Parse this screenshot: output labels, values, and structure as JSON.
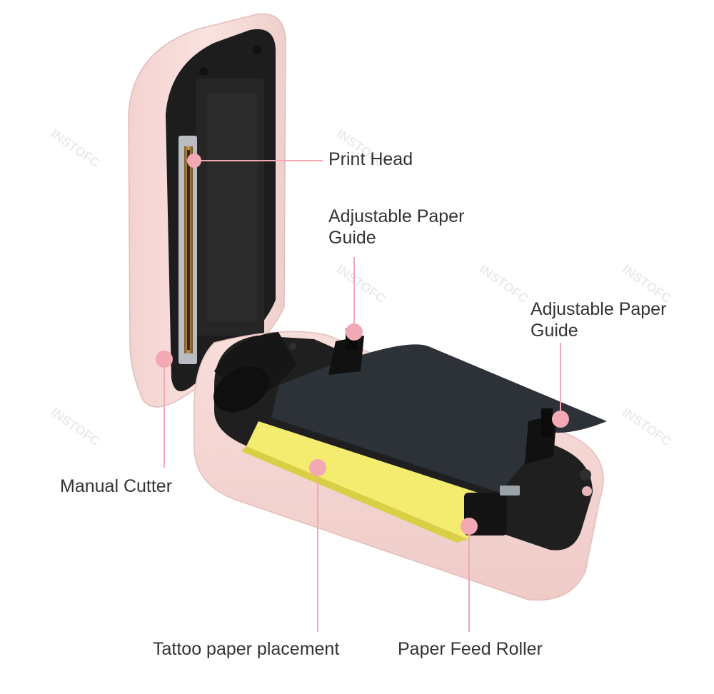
{
  "colors": {
    "callout": "#f2a9b3",
    "shell": "#f7d9d6",
    "interior": "#1e1e1f",
    "paper_dark": "#2c3238",
    "paper_yellow": "#f3ec6f",
    "label_text": "#333333"
  },
  "watermark": "INSTOFC",
  "callouts": {
    "print_head": "Print Head",
    "paper_guide_left": [
      "Adjustable Paper",
      "Guide"
    ],
    "paper_guide_right": [
      "Adjustable Paper",
      "Guide"
    ],
    "manual_cutter": "Manual Cutter",
    "tattoo_paper": "Tattoo paper placement",
    "feed_roller": "Paper Feed Roller"
  }
}
